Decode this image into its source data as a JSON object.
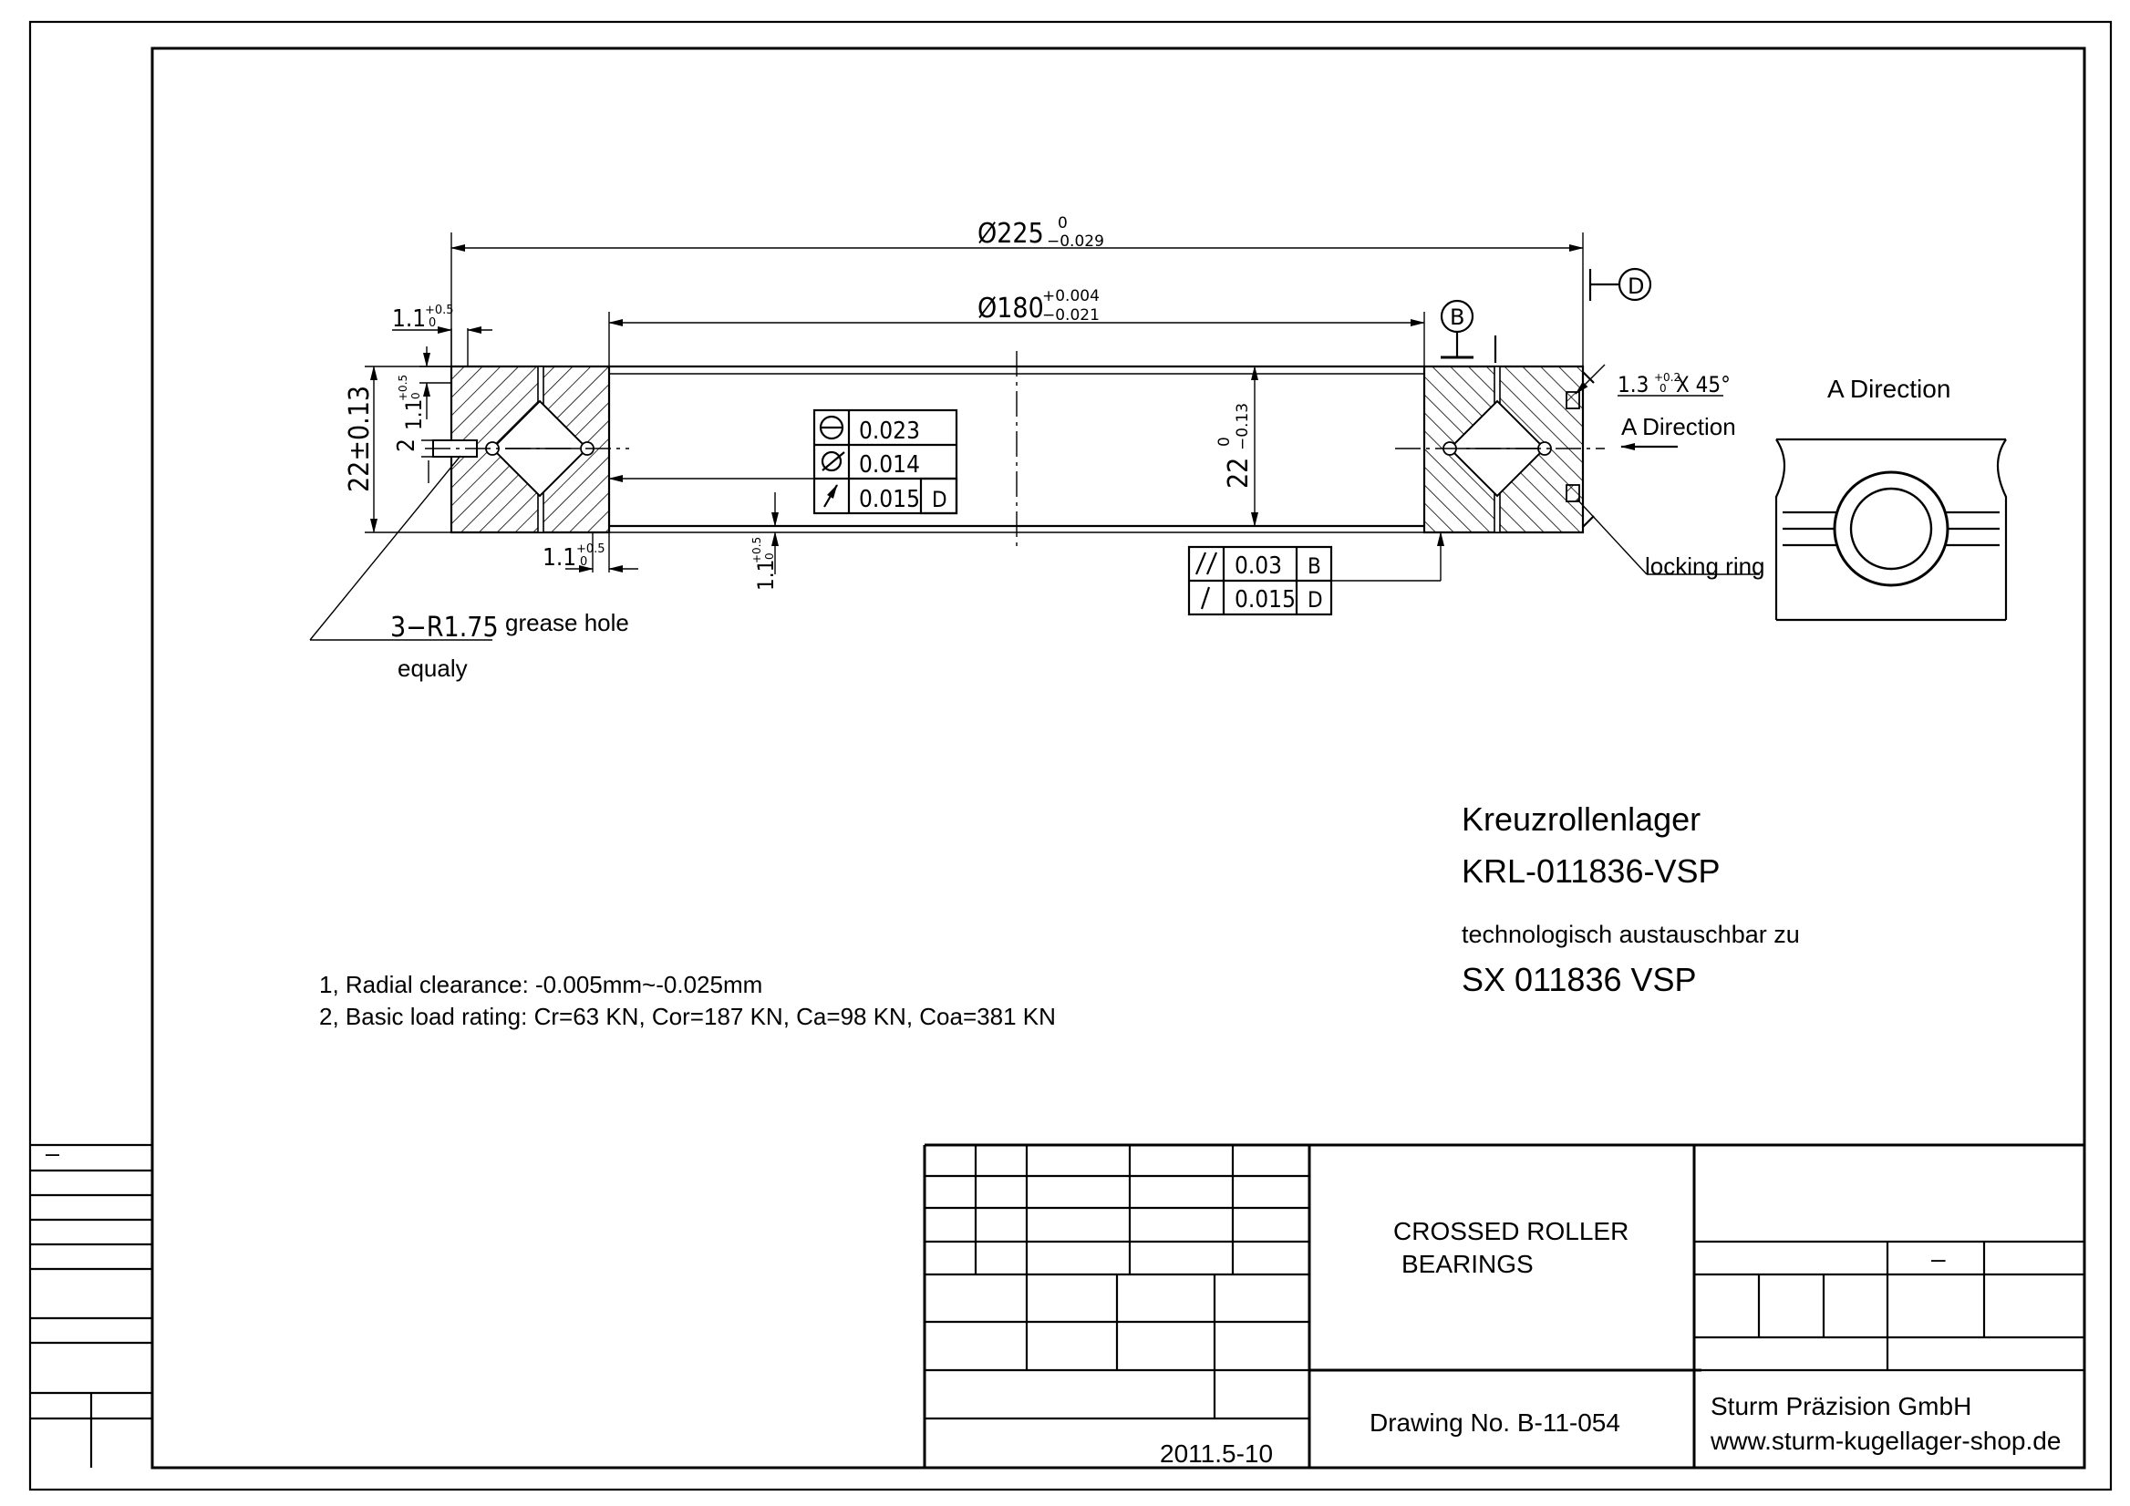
{
  "dimensions": {
    "outer_diameter": "Ø225",
    "outer_tol_upper": "0",
    "outer_tol_lower": "−0.029",
    "inner_diameter": "Ø180",
    "inner_tol_upper": "+0.004",
    "inner_tol_lower": "−0.021",
    "height_left": "22±0.13",
    "height_right": "22",
    "height_right_tol_upper": "0",
    "height_right_tol_lower": "−0.13",
    "chamfer_top_left": "1.1",
    "chamfer_bottom_left": "1.1",
    "chamfer_bottom_mid": "1.1",
    "chamfer_left_vertical": "1.1",
    "chamfer_tol_upper": "+0.5",
    "chamfer_tol_lower": "0",
    "groove_width": "2",
    "chamfer_right": "1.3",
    "chamfer_right_tol_upper": "+0.2",
    "chamfer_right_tol_lower": "0",
    "chamfer_right_angle": "X 45°"
  },
  "datums": {
    "b": "B",
    "d": "D"
  },
  "tolerance_frame_left": [
    {
      "symbol": "roundness",
      "value": "0.023",
      "datum": ""
    },
    {
      "symbol": "cylindricity",
      "value": "0.014",
      "datum": ""
    },
    {
      "symbol": "runout",
      "value": "0.015",
      "datum": "D"
    }
  ],
  "tolerance_frame_right": [
    {
      "symbol": "parallelism",
      "value": "0.03",
      "datum": "B"
    },
    {
      "symbol": "runout",
      "value": "0.015",
      "datum": "D"
    }
  ],
  "labels": {
    "grease_hole_spec": "3−R1.75",
    "grease_hole": "grease hole",
    "equaly": "equaly",
    "a_direction_arrow": "A Direction",
    "a_direction_view": "A Direction",
    "locking_ring": "locking ring"
  },
  "product": {
    "title": "Kreuzrollenlager",
    "model": "KRL-011836-VSP",
    "interchange_text": "technologisch austauschbar zu",
    "equivalent": "SX 011836 VSP"
  },
  "notes": [
    "1, Radial clearance: -0.005mm~-0.025mm",
    "2, Basic load rating: Cr=63 KN, Cor=187 KN, Ca=98 KN, Coa=381 KN"
  ],
  "title_block": {
    "name_line1": "CROSSED ROLLER",
    "name_line2": "BEARINGS",
    "drawing_no": "Drawing No. B-11-054",
    "date": "2011.5-10",
    "company": "Sturm Präzision GmbH",
    "website": "www.sturm-kugellager-shop.de",
    "dash": "–",
    "side_mark": "–"
  }
}
